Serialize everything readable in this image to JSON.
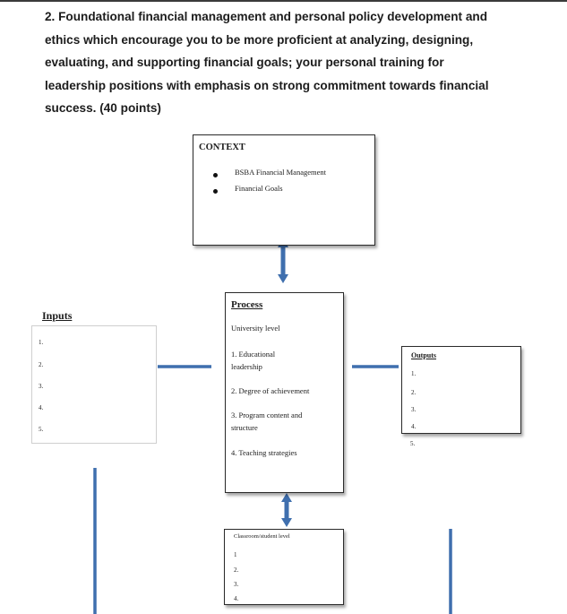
{
  "question": {
    "lines": [
      "2. Foundational financial management and personal policy development and",
      "ethics which encourage you to be more proficient at analyzing, designing,",
      "evaluating, and supporting financial goals; your personal training for",
      "leadership positions with emphasis on strong commitment towards financial",
      "success. (40 points)"
    ]
  },
  "context": {
    "title": "CONTEXT",
    "items": [
      "BSBA Financial Management",
      "Financial Goals"
    ]
  },
  "inputs": {
    "title": "Inputs",
    "items": [
      "1.",
      "2.",
      "3.",
      "4.",
      "5."
    ]
  },
  "process": {
    "title": "Process",
    "level": "University level",
    "items": [
      "1. Educational",
      "leadership",
      "2. Degree of achievement",
      "3. Program content and",
      "structure",
      "4. Teaching strategies"
    ]
  },
  "outputs": {
    "title": "Outputs",
    "items": [
      "1.",
      "2.",
      "3.",
      "4.",
      "5."
    ]
  },
  "classroom": {
    "title": "Classroom/student level",
    "items": [
      "1",
      "2.",
      "3.",
      "4."
    ]
  },
  "colors": {
    "arrow": "#3f6fae",
    "border": "#2a2a2a",
    "text": "#1b1b1b"
  }
}
